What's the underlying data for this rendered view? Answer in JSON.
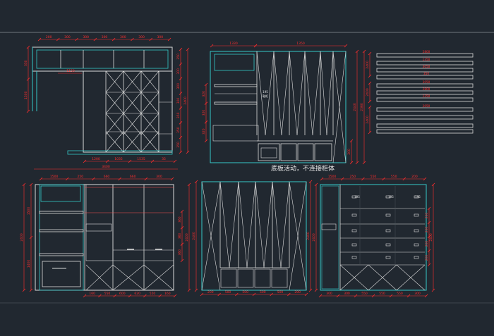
{
  "colors": {
    "background": "#212830",
    "frame": "#dcdcdc",
    "cyan": "#35c9c9",
    "dimension": "#ff2d2d",
    "text": "#e8e8e8"
  },
  "labels": {
    "note": "底板活动，不连接柜体",
    "boot_note": "鞋柜"
  },
  "dimensions": {
    "top_left_top": [
      "200",
      "300",
      "300",
      "300",
      "300",
      "300",
      "300"
    ],
    "top_left_left": [
      "350",
      "1500"
    ],
    "top_left_bottom": [
      "1200",
      "1035",
      "1535",
      "35"
    ],
    "top_left_total": "3400",
    "top_left_right": [
      "350",
      "300",
      "300",
      "300",
      "350",
      "350",
      "350"
    ],
    "top_mid_top": [
      "1330",
      "1350"
    ],
    "top_mid_right": [
      "2440",
      "200",
      "2360"
    ],
    "top_right_rows": [
      "2800",
      "1350",
      "3050",
      "350",
      "3050",
      "2800",
      "1250",
      "2050"
    ],
    "bottom_left_top": [
      "1500",
      "250",
      "660",
      "660",
      "300"
    ],
    "bottom_left_bottom": [
      "160",
      "550",
      "600",
      "620",
      "550",
      "160"
    ],
    "bottom_mid_bottom": [
      "200",
      "500",
      "500",
      "500",
      "500",
      "200"
    ],
    "bottom_right_top": [
      "1500",
      "250",
      "550",
      "550",
      "200"
    ],
    "bottom_right_bottom": [
      "300",
      "300",
      "550",
      "550",
      "550",
      "300"
    ],
    "hang_marks": [
      "195",
      "195",
      "195"
    ]
  }
}
